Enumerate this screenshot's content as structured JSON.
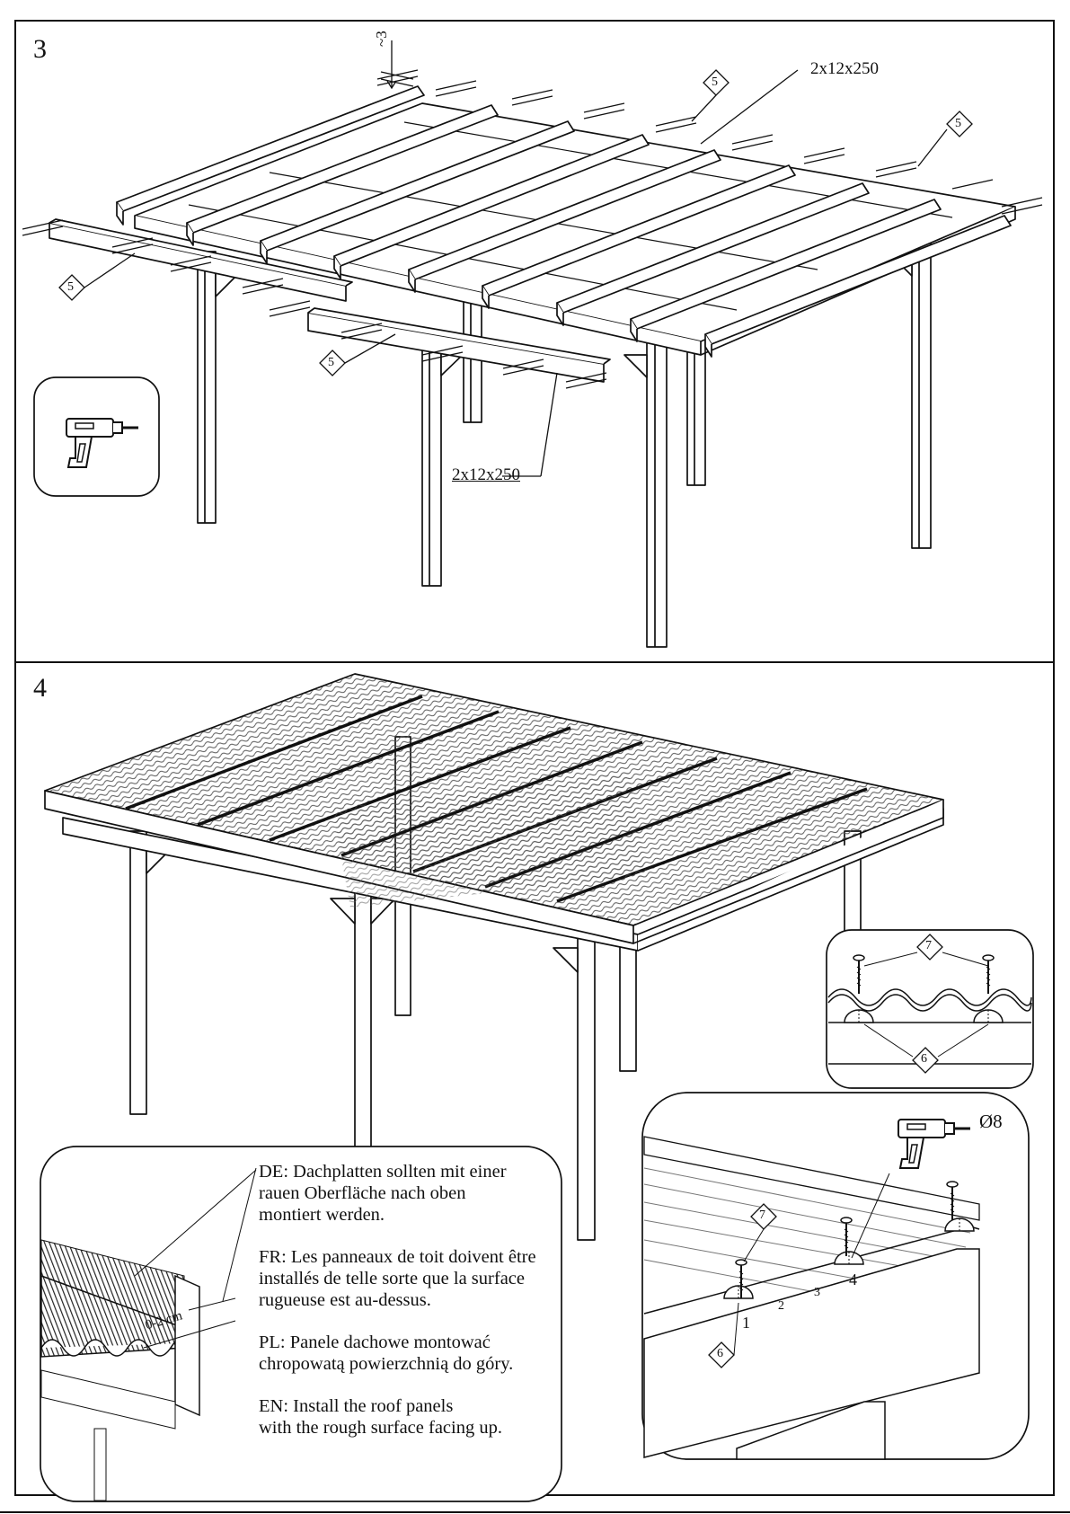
{
  "steps": [
    {
      "number": "3",
      "dimension_labels": [
        "2x12x250",
        "2x12x250"
      ],
      "gap_label": "~3",
      "part_callout": "5"
    },
    {
      "number": "4",
      "part_callouts": [
        "7",
        "6"
      ],
      "drill_label": "Ø8",
      "gap_label": "0-2 cm",
      "order_labels": [
        "1",
        "2",
        "3",
        "4"
      ]
    }
  ],
  "notes": {
    "de": [
      "DE: Dachplatten sollten mit einer",
      "rauen Oberfläche nach oben",
      "montiert werden."
    ],
    "fr": [
      "FR: Les panneaux de toit doivent être",
      "installés  de telle sorte que la surface",
      "rugueuse est au-dessus."
    ],
    "pl": [
      "PL: Panele dachowe montować",
      "chropowatą powierzchnią do góry."
    ],
    "en": [
      "EN: Install the roof panels",
      "with the rough surface facing up."
    ]
  },
  "icons": [
    "drill-icon",
    "screw-icon"
  ]
}
